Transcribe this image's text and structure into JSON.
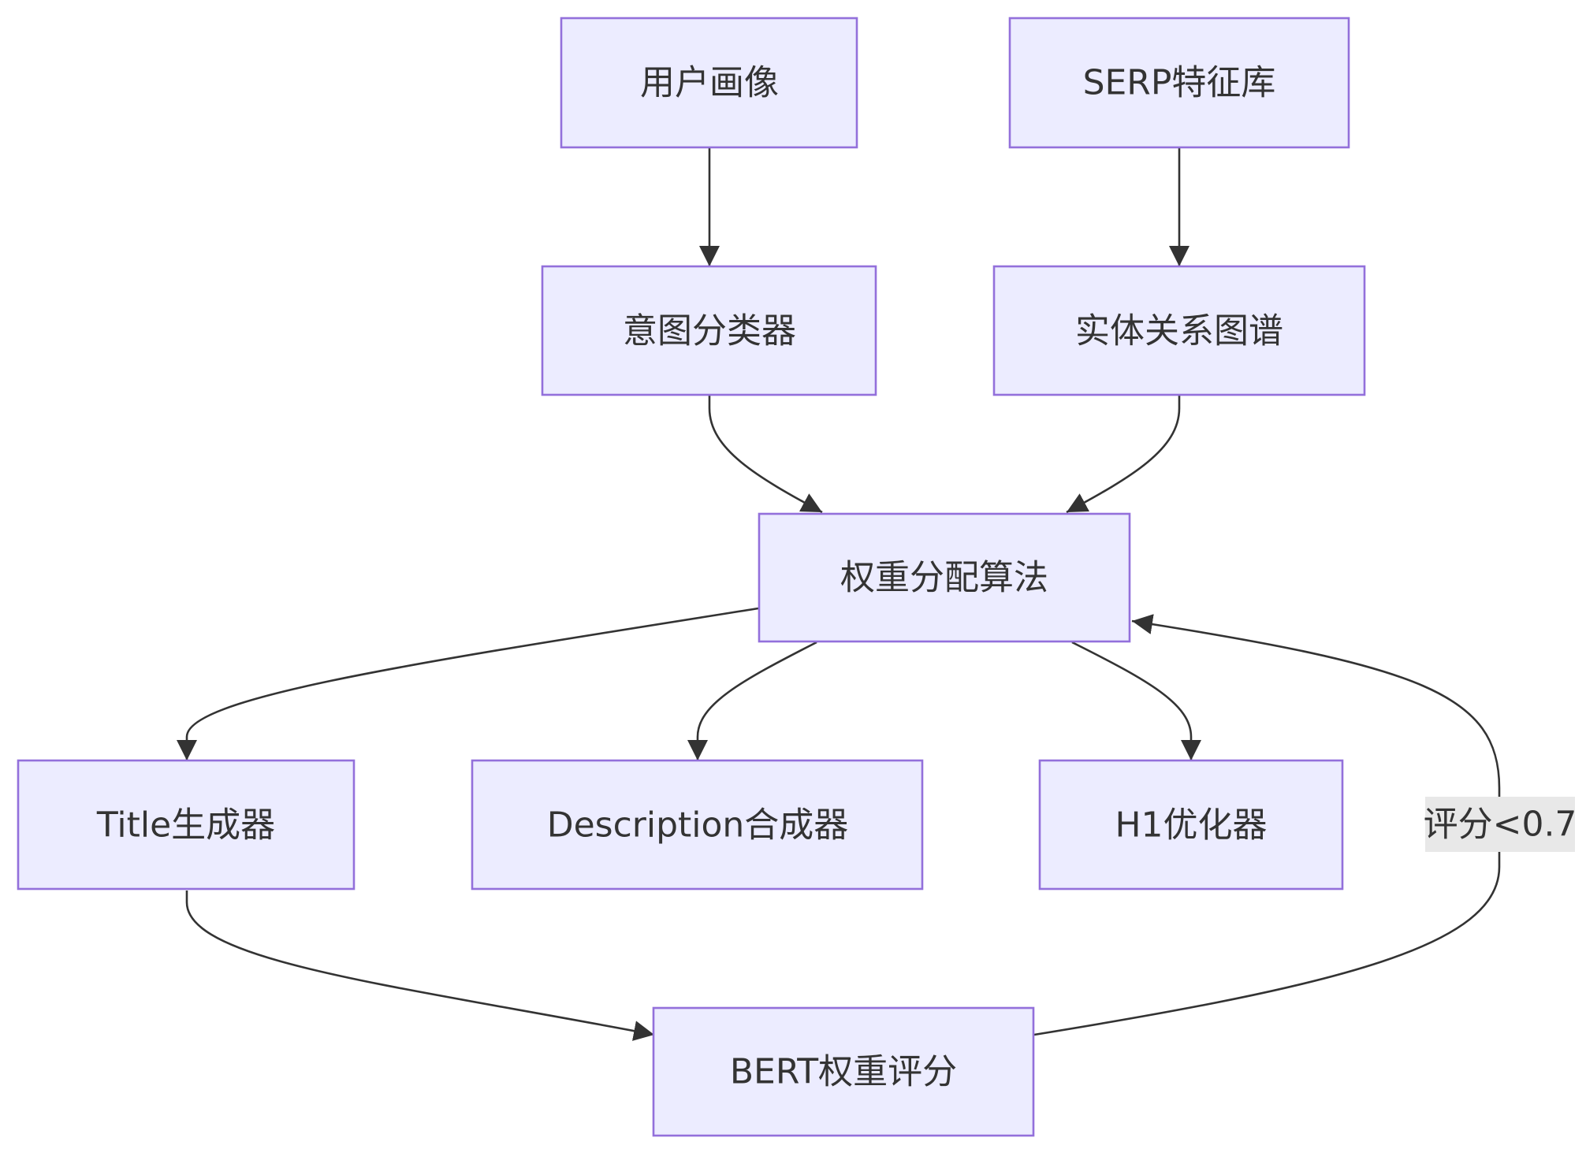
{
  "diagram": {
    "nodes": {
      "user_profile": "用户画像",
      "serp_features": "SERP特征库",
      "intent_classifier": "意图分类器",
      "entity_graph": "实体关系图谱",
      "weight_allocation": "权重分配算法",
      "title_generator": "Title生成器",
      "description_synth": "Description合成器",
      "h1_optimizer": "H1优化器",
      "bert_scoring": "BERT权重评分"
    },
    "edge_labels": {
      "feedback": "评分<0.7"
    },
    "colors": {
      "node_fill": "#ECECFF",
      "node_stroke": "#9370DB",
      "edge": "#333333",
      "label_bg": "#E8E8E8"
    }
  }
}
